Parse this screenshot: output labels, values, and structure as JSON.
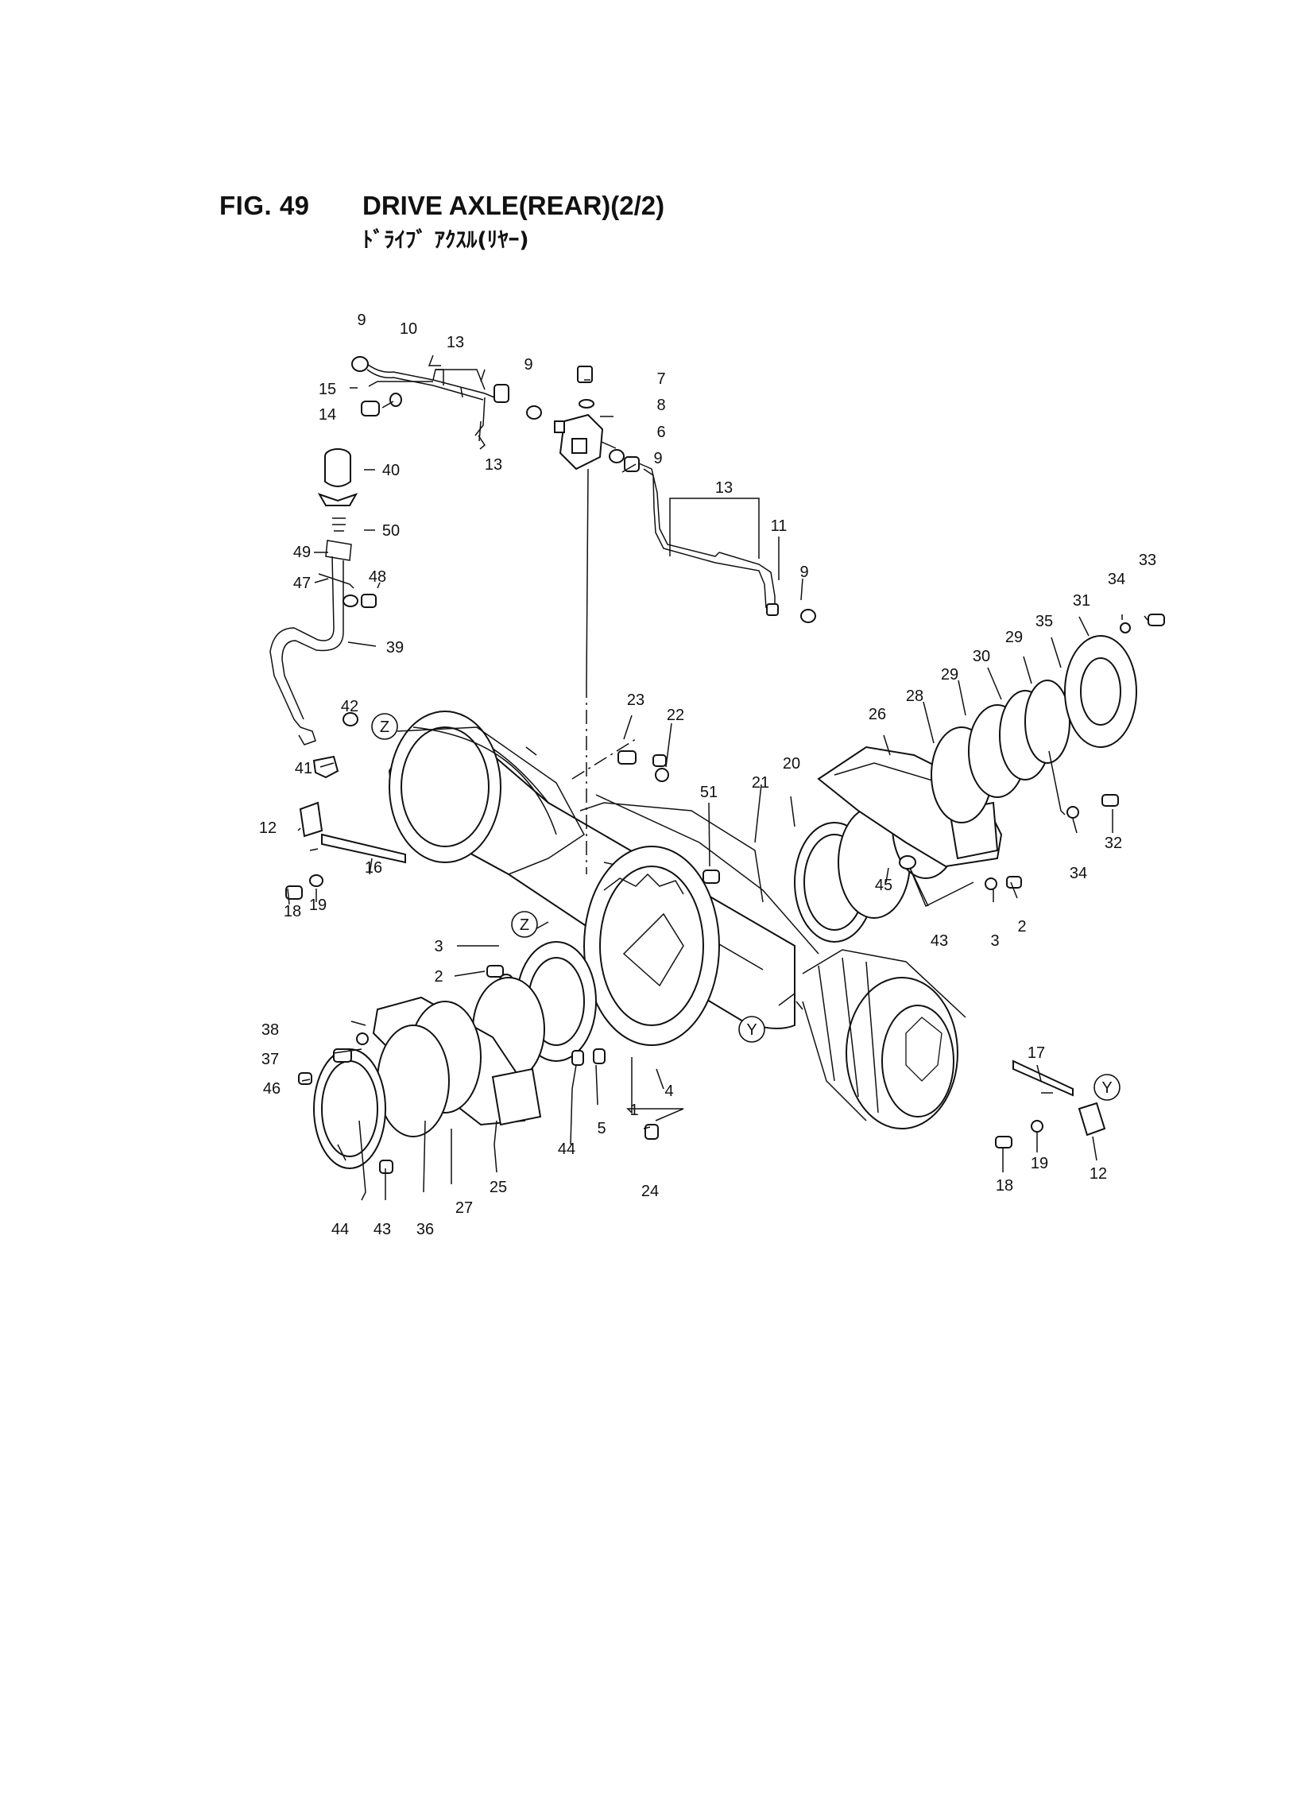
{
  "figure": {
    "number": "FIG. 49",
    "title": "DRIVE AXLE(REAR)(2/2)",
    "subtitle": "ﾄﾞﾗｲﾌﾞ ｱｸｽﾙ(ﾘﾔｰ)"
  },
  "reference_marks": [
    "Z",
    "Z",
    "Y",
    "Y"
  ],
  "callouts": [
    "9",
    "10",
    "13",
    "15",
    "14",
    "9",
    "7",
    "8",
    "6",
    "9",
    "13",
    "13",
    "11",
    "9",
    "40",
    "50",
    "49",
    "47",
    "48",
    "39",
    "42",
    "41",
    "23",
    "22",
    "51",
    "21",
    "20",
    "26",
    "28",
    "29",
    "30",
    "29",
    "35",
    "31",
    "34",
    "33",
    "32",
    "34",
    "12",
    "16",
    "19",
    "18",
    "3",
    "2",
    "45",
    "43",
    "3",
    "2",
    "38",
    "37",
    "46",
    "44",
    "43",
    "36",
    "27",
    "25",
    "44",
    "5",
    "1",
    "4",
    "24",
    "17",
    "12",
    "19",
    "18"
  ]
}
